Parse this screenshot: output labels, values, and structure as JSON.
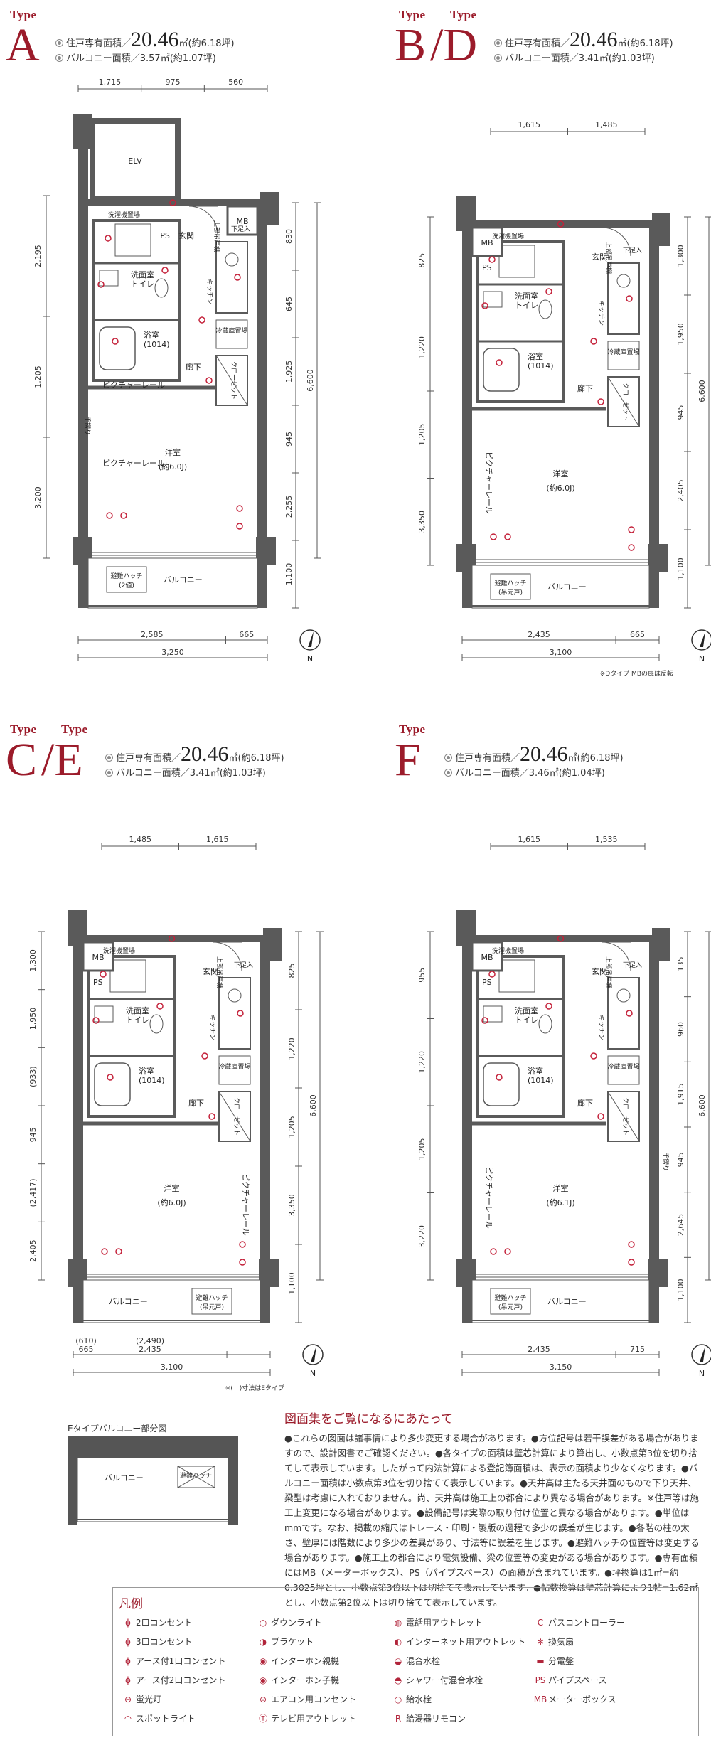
{
  "units": [
    {
      "id": "A",
      "type_words": [
        "Type"
      ],
      "letters": [
        "A"
      ],
      "area_label": "住戸専有面積／",
      "area_value": "20.46",
      "area_unit": "㎡",
      "area_tsubo": "(約6.18坪)",
      "balcony_label": "バルコニー面積／",
      "balcony_value": "3.57㎡",
      "balcony_tsubo": "(約1.07坪)",
      "top_dims": [
        "1,715",
        "975",
        "560"
      ],
      "left_dims": [
        "2,195",
        "1,205",
        "3,200"
      ],
      "right_dims": [
        "830",
        "645",
        "1,925",
        "945",
        "2,255",
        "1,100"
      ],
      "right_total": "6,600",
      "bottom_dims": [
        "2,585",
        "665"
      ],
      "bottom_total": "3,250",
      "rooms": {
        "elv": "ELV",
        "mb": "MB",
        "ps": "PS",
        "entrance": "玄関",
        "wash": "洗濯機置場",
        "sink": "洗面室\nトイレ",
        "bath": "浴室\n(1014)",
        "corridor": "廊下",
        "kitchen": "キッチン",
        "fridge": "冷蔵庫置場",
        "closet": "クローゼット",
        "shoe": "下足入",
        "cabinet": "上部吊戸棚",
        "picture1": "ピクチャーレール",
        "picture2": "ピクチャーレール",
        "room": "洋室",
        "room_size": "(約6.0J)",
        "balcony": "バルコニー",
        "hatch": "避難ハッチ\n(2値)",
        "handrail": "手摺り"
      },
      "north": "N"
    },
    {
      "id": "BD",
      "type_words": [
        "Type",
        "Type"
      ],
      "letters": [
        "B",
        "D"
      ],
      "area_label": "住戸専有面積／",
      "area_value": "20.46",
      "area_unit": "㎡",
      "area_tsubo": "(約6.18坪)",
      "balcony_label": "バルコニー面積／",
      "balcony_value": "3.41㎡",
      "balcony_tsubo": "(約1.03坪)",
      "top_dims": [
        "1,615",
        "1,485"
      ],
      "left_dims": [
        "825",
        "1,220",
        "1,205",
        "3,350"
      ],
      "right_dims": [
        "1,300",
        "1,950",
        "945",
        "2,405",
        "1,100"
      ],
      "right_total": "6,600",
      "bottom_dims": [
        "2,435",
        "665"
      ],
      "bottom_total": "3,100",
      "rooms": {
        "mb": "MB",
        "ps": "PS",
        "entrance": "玄関",
        "wash": "洗濯機置場",
        "sink": "洗面室\nトイレ",
        "bath": "浴室\n(1014)",
        "corridor": "廊下",
        "kitchen": "キッチン",
        "fridge": "冷蔵庫置場",
        "closet": "クローゼット",
        "shoe": "下足入",
        "cabinet": "上部吊戸棚",
        "picture1": "ピクチャーレール",
        "room": "洋室",
        "room_size": "(約6.0J)",
        "balcony": "バルコニー",
        "hatch": "避難ハッチ\n(吊元戸)"
      },
      "north": "N",
      "footnote": "※Dタイプ MBの扉は反転"
    },
    {
      "id": "CE",
      "type_words": [
        "Type",
        "Type"
      ],
      "letters": [
        "C",
        "E"
      ],
      "area_label": "住戸専有面積／",
      "area_value": "20.46",
      "area_unit": "㎡",
      "area_tsubo": "(約6.18坪)",
      "balcony_label": "バルコニー面積／",
      "balcony_value": "3.41㎡",
      "balcony_tsubo": "(約1.03坪)",
      "top_dims": [
        "1,485",
        "1,615"
      ],
      "left_dims": [
        "1,300",
        "1,950",
        "(933)",
        "945",
        "(2,417)",
        "2,405"
      ],
      "right_dims": [
        "825",
        "1,220",
        "1,205",
        "3,350",
        "1,100"
      ],
      "right_total": "6,600",
      "bottom_dims": [
        "(610)",
        "665",
        "(2,490)",
        "2,435"
      ],
      "bottom_total": "3,100",
      "rooms": {
        "mb": "MB",
        "ps": "PS",
        "entrance": "玄関",
        "wash": "洗濯機置場",
        "sink": "洗面室\nトイレ",
        "bath": "浴室\n(1014)",
        "corridor": "廊下",
        "kitchen": "キッチン",
        "fridge": "冷蔵庫置場",
        "closet": "クローゼット",
        "shoe": "下足入",
        "cabinet": "上部吊戸棚",
        "picture1": "ピクチャーレール",
        "room": "洋室",
        "room_size": "(約6.0J)",
        "balcony": "バルコニー",
        "hatch": "避難ハッチ\n(吊元戸)"
      },
      "north": "N",
      "footnote": "※(　)寸法はEタイプ"
    },
    {
      "id": "F",
      "type_words": [
        "Type"
      ],
      "letters": [
        "F"
      ],
      "area_label": "住戸専有面積／",
      "area_value": "20.46",
      "area_unit": "㎡",
      "area_tsubo": "(約6.18坪)",
      "balcony_label": "バルコニー面積／",
      "balcony_value": "3.46㎡",
      "balcony_tsubo": "(約1.04坪)",
      "top_dims": [
        "1,615",
        "1,535"
      ],
      "left_dims": [
        "955",
        "1,220",
        "1,205",
        "3,220"
      ],
      "right_dims": [
        "135",
        "960",
        "1,915",
        "945",
        "2,645",
        "1,100"
      ],
      "right_total": "6,600",
      "bottom_dims": [
        "2,435",
        "715"
      ],
      "bottom_total": "3,150",
      "rooms": {
        "mb": "MB",
        "ps": "PS",
        "entrance": "玄関",
        "wash": "洗濯機置場",
        "sink": "洗面室\nトイレ",
        "bath": "浴室\n(1014)",
        "corridor": "廊下",
        "kitchen": "キッチン",
        "fridge": "冷蔵庫置場",
        "closet": "クローゼット",
        "shoe": "下足入",
        "cabinet": "上部吊戸棚",
        "picture1": "ピクチャーレール",
        "room": "洋室",
        "room_size": "(約6.1J)",
        "balcony": "バルコニー",
        "hatch": "避難ハッチ\n(吊元戸)",
        "handrail": "手摺り"
      },
      "north": "N"
    }
  ],
  "e_balcony": {
    "caption": "Eタイプバルコニー部分図",
    "balcony": "バルコニー",
    "hatch": "避難ハッチ\n(吊元戸)"
  },
  "notes": {
    "title": "図面集をご覧になるにあたって",
    "body": "●これらの図面は諸事情により多少変更する場合があります。●方位記号は若干誤差がある場合がありますので、設計図書でご確認ください。●各タイプの面積は壁芯計算により算出し、小数点第3位を切り捨てして表示しています。したがって内法計算による登記簿面積は、表示の面積より少なくなります。●バルコニー面積は小数点第3位を切り捨てて表示しています。●天井高は主たる天井面のもので下り天井、梁型は考慮に入れておりません。尚、天井高は施工上の都合により異なる場合があります。※住戸等は施工上変更になる場合があります。●設備記号は実際の取り付け位置と異なる場合があります。●単位はmmです。なお、掲載の縮尺はトレース・印刷・製版の過程で多少の誤差が生じます。●各階の柱の太さ、壁厚には階数により多少の差異があり、寸法等に誤差を生じます。●避難ハッチの位置等は変更する場合があります。●施工上の都合により電気設備、梁の位置等の変更がある場合があります。●専有面積にはMB（メーターボックス）、PS（パイプスペース）の面積が含まれています。●坪換算は1㎡=約0.3025坪とし、小数点第3位以下は切捨てて表示しています。●帖数換算は壁芯計算により1帖=1.62㎡とし、小数点第2位以下は切り捨てて表示しています。"
  },
  "legend": {
    "title": "凡例",
    "items": [
      {
        "sym": "ɸ",
        "label": "2口コンセント"
      },
      {
        "sym": "ɸ",
        "label": "3口コンセント"
      },
      {
        "sym": "ɸ",
        "label": "アース付1口コンセント"
      },
      {
        "sym": "ɸ",
        "label": "アース付2口コンセント"
      },
      {
        "sym": "⊖",
        "label": "蛍光灯"
      },
      {
        "sym": "◠",
        "label": "スポットライト"
      },
      {
        "sym": "○",
        "label": "ダウンライト"
      },
      {
        "sym": "◑",
        "label": "ブラケット"
      },
      {
        "sym": "◉",
        "label": "インターホン親機"
      },
      {
        "sym": "◉",
        "label": "インターホン子機"
      },
      {
        "sym": "⊜",
        "label": "エアコン用コンセント"
      },
      {
        "sym": "Ⓣ",
        "label": "テレビ用アウトレット"
      },
      {
        "sym": "◍",
        "label": "電話用アウトレット"
      },
      {
        "sym": "◐",
        "label": "インターネット用アウトレット"
      },
      {
        "sym": "◒",
        "label": "混合水栓"
      },
      {
        "sym": "◓",
        "label": "シャワー付混合水栓"
      },
      {
        "sym": "○",
        "label": "給水栓"
      },
      {
        "sym": "R",
        "label": "給湯器リモコン"
      },
      {
        "sym": "C",
        "label": "バスコントローラー"
      },
      {
        "sym": "✻",
        "label": "換気扇"
      },
      {
        "sym": "▬",
        "label": "分電盤"
      },
      {
        "sym": "PS",
        "label": "パイプスペース"
      },
      {
        "sym": "MB",
        "label": "メーターボックス"
      }
    ]
  },
  "colors": {
    "accent": "#9b1b2a",
    "wall": "#555555",
    "fixture": "#c4213a"
  }
}
